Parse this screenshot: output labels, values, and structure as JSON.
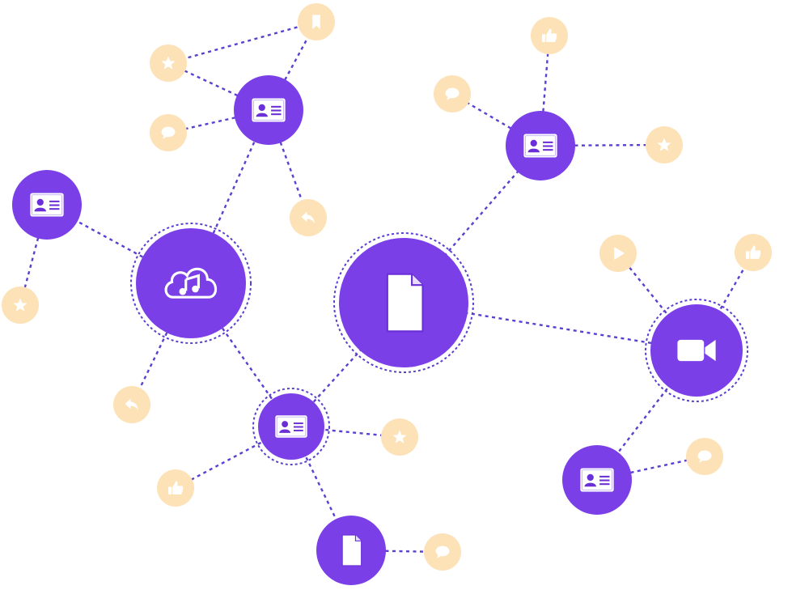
{
  "colors": {
    "hub": "#7b3fe8",
    "hub_icon": "#ffffff",
    "leaf": "#fde2b8",
    "leaf_icon": "#ffffff",
    "edge": "#5b3fd0"
  },
  "nodes": [
    {
      "id": "file-main",
      "kind": "hub",
      "icon": "file-icon",
      "ring": true
    },
    {
      "id": "cloud-music",
      "kind": "hub",
      "icon": "cloud-music-icon",
      "ring": true
    },
    {
      "id": "video",
      "kind": "hub",
      "icon": "video-camera-icon",
      "ring": true
    },
    {
      "id": "profile-a",
      "kind": "hub",
      "icon": "id-card-icon",
      "ring": false
    },
    {
      "id": "profile-b",
      "kind": "hub",
      "icon": "id-card-icon",
      "ring": false
    },
    {
      "id": "profile-c",
      "kind": "hub",
      "icon": "id-card-icon",
      "ring": false
    },
    {
      "id": "profile-d",
      "kind": "hub",
      "icon": "id-card-icon",
      "ring": true
    },
    {
      "id": "profile-e",
      "kind": "hub",
      "icon": "id-card-icon",
      "ring": false
    },
    {
      "id": "file-small",
      "kind": "hub",
      "icon": "file-icon",
      "ring": false
    },
    {
      "id": "bookmark-1",
      "kind": "leaf",
      "icon": "bookmark-icon"
    },
    {
      "id": "star-1",
      "kind": "leaf",
      "icon": "star-icon"
    },
    {
      "id": "chat-1",
      "kind": "leaf",
      "icon": "chat-bubble-icon"
    },
    {
      "id": "reply-1",
      "kind": "leaf",
      "icon": "reply-icon"
    },
    {
      "id": "star-2",
      "kind": "leaf",
      "icon": "star-icon"
    },
    {
      "id": "thumbs-1",
      "kind": "leaf",
      "icon": "thumbs-up-icon"
    },
    {
      "id": "chat-2",
      "kind": "leaf",
      "icon": "chat-bubble-icon"
    },
    {
      "id": "star-3",
      "kind": "leaf",
      "icon": "star-icon"
    },
    {
      "id": "play-1",
      "kind": "leaf",
      "icon": "play-icon"
    },
    {
      "id": "thumbs-2",
      "kind": "leaf",
      "icon": "thumbs-up-icon"
    },
    {
      "id": "reply-2",
      "kind": "leaf",
      "icon": "reply-icon"
    },
    {
      "id": "star-4",
      "kind": "leaf",
      "icon": "star-icon"
    },
    {
      "id": "thumbs-3",
      "kind": "leaf",
      "icon": "thumbs-up-icon"
    },
    {
      "id": "chat-3",
      "kind": "leaf",
      "icon": "chat-bubble-icon"
    },
    {
      "id": "chat-4",
      "kind": "leaf",
      "icon": "chat-bubble-icon"
    }
  ],
  "edges": [
    [
      "file-main",
      "profile-c"
    ],
    [
      "file-main",
      "video"
    ],
    [
      "file-main",
      "profile-d"
    ],
    [
      "cloud-music",
      "profile-a"
    ],
    [
      "cloud-music",
      "profile-b"
    ],
    [
      "cloud-music",
      "profile-d"
    ],
    [
      "cloud-music",
      "reply-2"
    ],
    [
      "profile-a",
      "bookmark-1"
    ],
    [
      "profile-a",
      "star-1"
    ],
    [
      "profile-a",
      "chat-1"
    ],
    [
      "profile-a",
      "reply-1"
    ],
    [
      "star-1",
      "bookmark-1"
    ],
    [
      "profile-b",
      "star-2"
    ],
    [
      "profile-c",
      "thumbs-1"
    ],
    [
      "profile-c",
      "chat-2"
    ],
    [
      "profile-c",
      "star-3"
    ],
    [
      "video",
      "play-1"
    ],
    [
      "video",
      "thumbs-2"
    ],
    [
      "video",
      "profile-e"
    ],
    [
      "profile-e",
      "chat-4"
    ],
    [
      "profile-d",
      "star-4"
    ],
    [
      "profile-d",
      "thumbs-3"
    ],
    [
      "profile-d",
      "file-small"
    ],
    [
      "file-small",
      "chat-3"
    ]
  ]
}
